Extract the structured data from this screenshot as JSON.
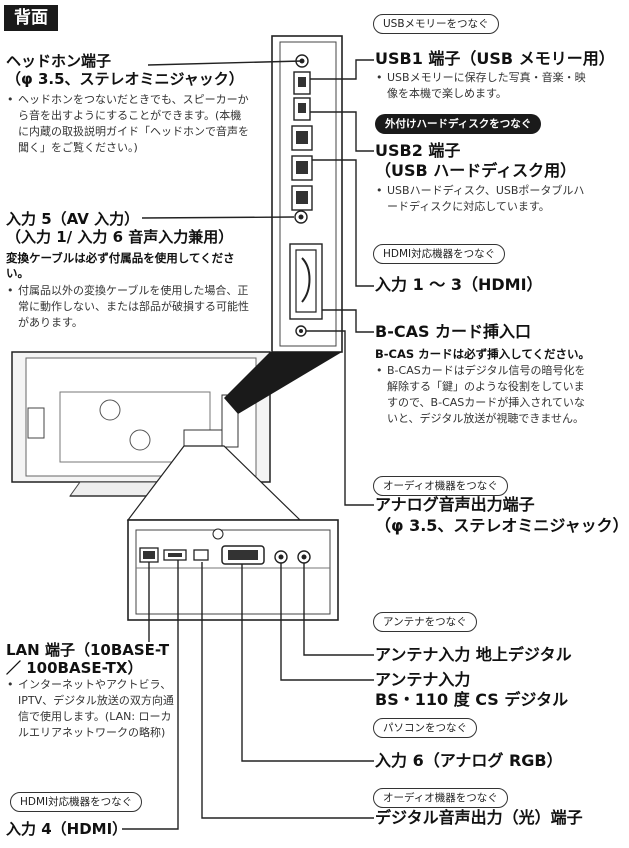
{
  "section_title": "背面",
  "left": {
    "headphone": {
      "title1": "ヘッドホン端子",
      "title2": "（φ 3.5、ステレオミニジャック）",
      "notes": [
        "ヘッドホンをつないだときでも、スピーカーから音を出すようにすることができます。(本機に内蔵の取扱説明ガイド「ヘッドホンで音声を聞く」をご覧ください。)"
      ]
    },
    "input5": {
      "title1": "入力 5（AV 入力）",
      "title2": "（入力 1/ 入力 6 音声入力兼用）",
      "bold_note": "変換ケーブルは必ず付属品を使用してください。",
      "notes": [
        "付属品以外の変換ケーブルを使用した場合、正常に動作しない、または部品が破損する可能性があります。"
      ]
    },
    "lan": {
      "title1": "LAN 端子（10BASE-T",
      "title2": "／ 100BASE-TX）",
      "notes": [
        "インターネットやアクトビラ、IPTV、デジタル放送の双方向通信で使用します。(LAN: ローカルエリアネットワークの略称)"
      ]
    },
    "hdmi_pill": "HDMI対応機器をつなぐ",
    "input4": "入力 4（HDMI）"
  },
  "right": {
    "usb_pill": "USBメモリーをつなぐ",
    "usb1": {
      "title": "USB1 端子（USB メモリー用）",
      "notes": [
        "USBメモリーに保存した写真・音楽・映像を本機で楽しめます。"
      ]
    },
    "hdd_pill": "外付けハードディスクをつなぐ",
    "usb2": {
      "title1": "USB2 端子",
      "title2": "（USB ハードディスク用）",
      "notes": [
        "USBハードディスク、USBポータブルハードディスクに対応しています。"
      ]
    },
    "hdmi_pill": "HDMI対応機器をつなぐ",
    "input13": "入力 1 ～ 3（HDMI）",
    "bcas": {
      "title": "B-CAS カード挿入口",
      "bold_note": "B-CAS カードは必ず挿入してください。",
      "notes": [
        "B-CASカードはデジタル信号の暗号化を解除する「鍵」のような役割をしていますので、B-CASカードが挿入されていないと、デジタル放送が視聴できません。"
      ]
    },
    "audio_pill": "オーディオ機器をつなぐ",
    "analog_out": {
      "title1": "アナログ音声出力端子",
      "title2": "（φ 3.5、ステレオミニジャック）"
    },
    "antenna_pill": "アンテナをつなぐ",
    "ant_terrestrial": "アンテナ入力 地上デジタル",
    "ant_bs1": "アンテナ入力",
    "ant_bs2": "BS・110 度 CS デジタル",
    "pc_pill": "パソコンをつなぐ",
    "input6": "入力 6（アナログ RGB）",
    "audio_pill2": "オーディオ機器をつなぐ",
    "optical": "デジタル音声出力（光）端子"
  }
}
